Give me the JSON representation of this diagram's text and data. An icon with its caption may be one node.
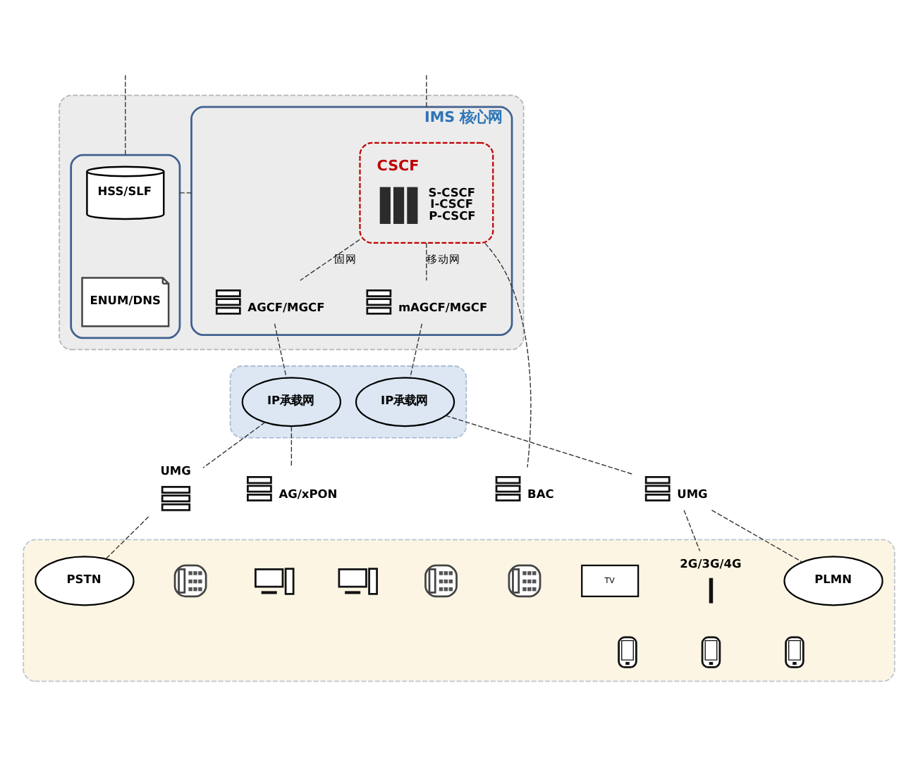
{
  "diagram": {
    "nodes": [
      {
        "text": [],
        "shape": "band"
      },
      {
        "text": [],
        "shape": "box",
        "in": 0
      },
      {
        "text": [
          "HSS/SLF"
        ],
        "in": 1
      },
      {
        "text": [
          "ENUM/DNS"
        ],
        "in": 1
      },
      {
        "text": [
          "IMS 核心网"
        ],
        "in": 0
      },
      {
        "text": [
          "CSCF",
          "S-CSCF I-CSCF P-CSCF"
        ],
        "in": 4
      },
      {
        "text": [
          "AGCF/MGCF"
        ],
        "in": 4
      },
      {
        "text": [
          "mAGCF/MGCF"
        ],
        "in": 4
      },
      {
        "text": [],
        "shape": "band"
      },
      {
        "text": [
          "IP承载网"
        ],
        "in": 8
      },
      {
        "text": [
          "IP承载网"
        ],
        "in": 8
      },
      {
        "text": [],
        "shape": "band"
      },
      {
        "text": [
          "UMG"
        ]
      },
      {
        "text": [
          "AG/xPON"
        ]
      },
      {
        "text": [
          "BAC"
        ]
      },
      {
        "text": [
          "UMG"
        ]
      },
      {
        "text": [
          "2G/3G/4G"
        ],
        "in": 11
      },
      {
        "text": [
          "PSTN"
        ],
        "in": 11
      },
      {
        "text": [],
        "shape": "picture",
        "in": 11
      },
      {
        "text": [],
        "shape": "picture",
        "in": 11
      },
      {
        "text": [],
        "shape": "picture",
        "in": 11
      },
      {
        "text": [],
        "shape": "picture",
        "in": 11
      },
      {
        "text": [],
        "shape": "picture",
        "in": 11
      },
      {
        "text": [
          "TV"
        ],
        "in": 11
      },
      {
        "text": [],
        "shape": "picture",
        "in": 11
      },
      {
        "text": [],
        "shape": "picture",
        "in": 11
      },
      {
        "text": [],
        "shape": "picture",
        "in": 11
      },
      {
        "text": [
          "PLMN"
        ],
        "in": 11
      }
    ],
    "edges": [
      {
        "from": null,
        "to": 1,
        "arrow": "none",
        "style": "dashed"
      },
      {
        "from": null,
        "to": 4,
        "arrow": "none",
        "style": "dashed"
      },
      {
        "from": 1,
        "to": 4,
        "arrow": "none",
        "style": "dashed"
      },
      {
        "from": 5,
        "to": 6,
        "arrow": "none",
        "style": "dashed",
        "label": "固网"
      },
      {
        "from": 5,
        "to": 14,
        "arrow": "none",
        "style": "dashed"
      },
      {
        "from": 5,
        "to": 7,
        "arrow": "none",
        "style": "dashed",
        "label": "移动网"
      },
      {
        "from": 6,
        "to": 9,
        "arrow": "none",
        "style": "dashed"
      },
      {
        "from": 7,
        "to": 10,
        "arrow": "none",
        "style": "dashed"
      },
      {
        "from": 9,
        "to": 12,
        "arrow": "none",
        "style": "dashed"
      },
      {
        "from": 9,
        "to": 13,
        "arrow": "none",
        "style": "dashed"
      },
      {
        "from": 10,
        "to": 15,
        "arrow": "none",
        "style": "dashed"
      },
      {
        "from": 12,
        "to": 17,
        "arrow": "none",
        "style": "dashed"
      },
      {
        "from": 15,
        "to": 16,
        "arrow": "none",
        "style": "dashed"
      },
      {
        "from": 15,
        "to": 27,
        "arrow": "none",
        "style": "dashed"
      }
    ]
  }
}
